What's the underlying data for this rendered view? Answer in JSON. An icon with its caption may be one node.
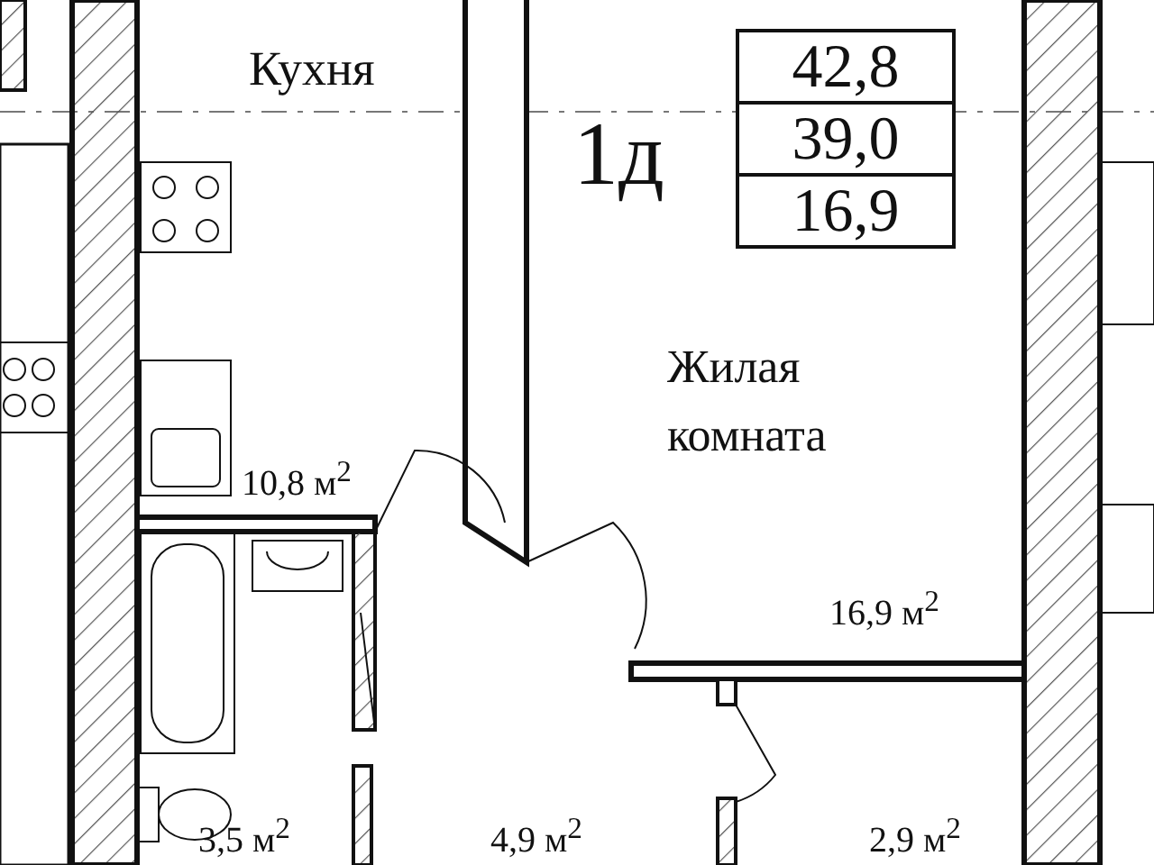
{
  "diagram": {
    "labels": [
      "Кухня",
      "1д",
      "42,8",
      "39,0",
      "16,9",
      "Жилая комната",
      "10,8 м$^{2}$",
      "16,9 м$^{2}$",
      "3,5 м$^{2}$",
      "4,9 м$^{2}$",
      "2,9 м$^{2}$"
    ]
  }
}
